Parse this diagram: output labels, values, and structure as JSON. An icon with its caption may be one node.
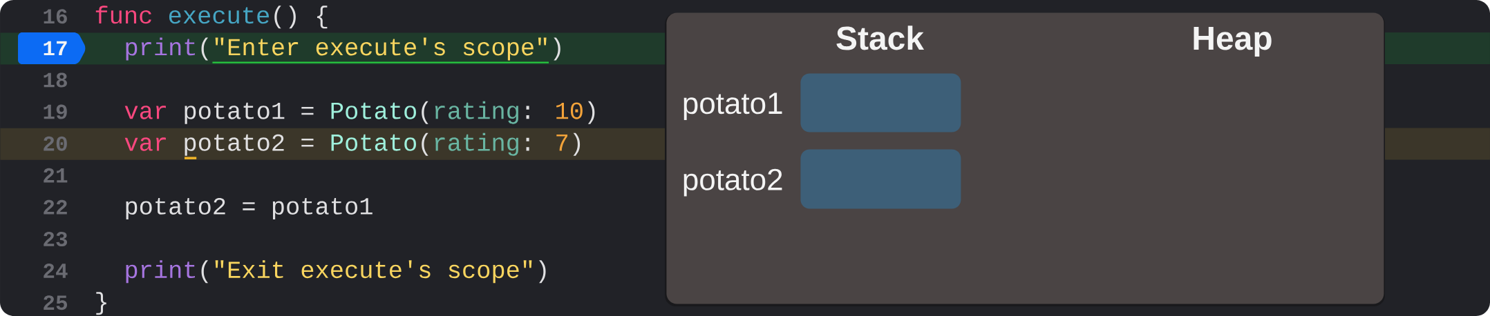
{
  "diagram": {
    "nodes": [
      {
        "text": [
          "print(\"Enter execute's scope\")"
        ]
      },
      {
        "text": [
          "17"
        ],
        "in": 0
      },
      {
        "text": [
          "20",
          "var potato2 = Potato(rating: 7)"
        ]
      },
      {
        "text": [
          "Stack",
          "Heap"
        ]
      },
      {
        "text": [],
        "shape": "box",
        "in": 3,
        "beside": [
          "potato1"
        ]
      },
      {
        "text": [],
        "shape": "box",
        "in": 3,
        "beside": [
          "potato2"
        ]
      }
    ],
    "labels": [
      "16",
      "func execute() {",
      "18",
      "19",
      "var potato1 = Potato(rating: 10)",
      "21",
      "22",
      "potato2 = potato1",
      "23",
      "24",
      "print(\"Exit execute's scope\")",
      "25",
      "}"
    ]
  }
}
